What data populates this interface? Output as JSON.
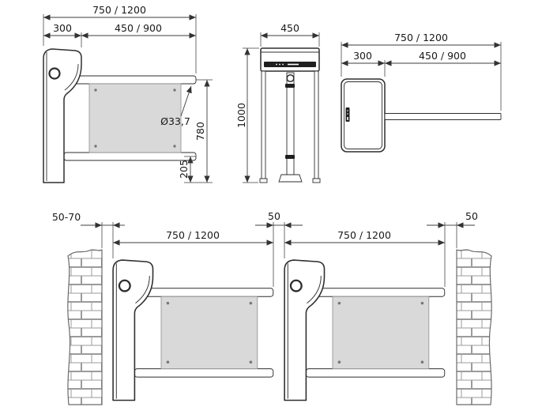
{
  "views": {
    "side": {
      "overall": "750 / 1200",
      "housing": "300",
      "arm": "450 / 900",
      "tube_diameter": "Ø33,7",
      "top_arm_height": "780",
      "bottom_arm_height": "205"
    },
    "front": {
      "width": "450",
      "height": "1000"
    },
    "plan": {
      "overall": "750 / 1200",
      "housing": "300",
      "arm": "450 / 900"
    },
    "installation": {
      "left_wall_clearance": "50-70",
      "lane1": "750 / 1200",
      "mid_clearance": "50",
      "lane2": "750 / 1200",
      "right_wall_clearance": "50"
    }
  },
  "colors": {
    "line": "#2e2e2e",
    "dim": "#3c3c3c",
    "glass": "#d9d9d9",
    "brick": "#9b9b9b",
    "ink": "#1f1f1f",
    "background": "#ffffff"
  }
}
